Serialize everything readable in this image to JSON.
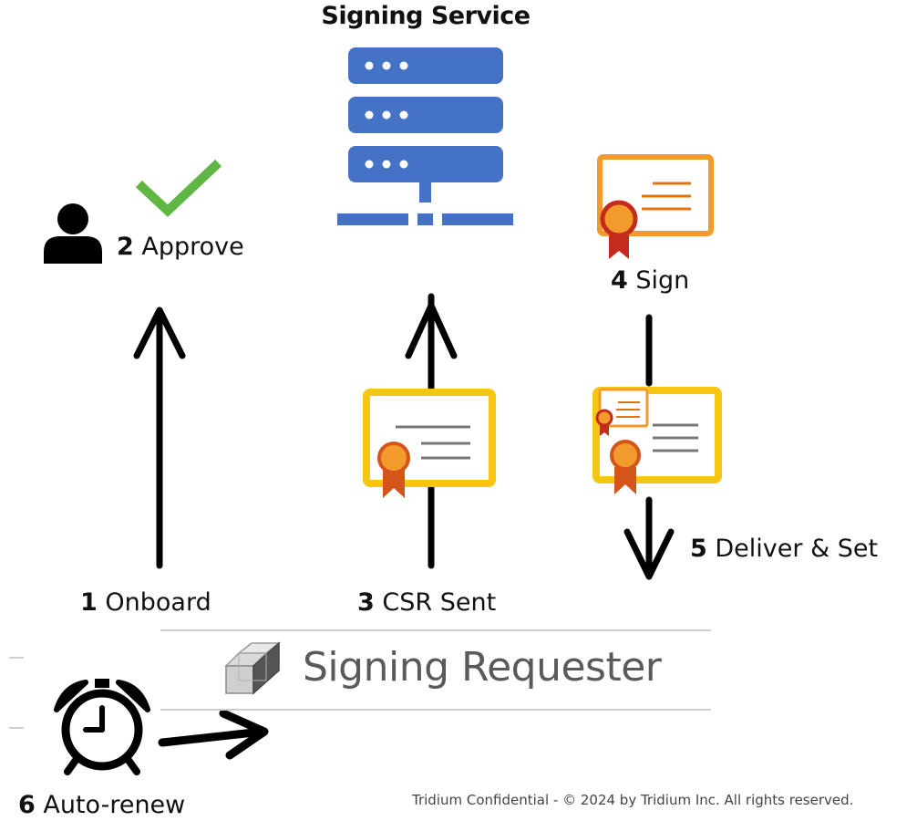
{
  "title": "Signing Service",
  "steps": [
    {
      "num": "1",
      "label": "Onboard"
    },
    {
      "num": "2",
      "label": "Approve"
    },
    {
      "num": "3",
      "label": "CSR Sent"
    },
    {
      "num": "4",
      "label": "Sign"
    },
    {
      "num": "5",
      "label": "Deliver & Set"
    },
    {
      "num": "6",
      "label": "Auto-renew"
    }
  ],
  "requester": {
    "label": "Signing Requester",
    "icon": "cube-icon"
  },
  "footer": "Tridium Confidential - © 2024 by Tridium Inc. All rights reserved.",
  "icons": [
    "server-icon",
    "user-icon",
    "checkmark-icon",
    "certificate-icon",
    "alarm-clock-icon"
  ],
  "colors": {
    "server": "#4472c4",
    "check": "#5fb643",
    "cert_yellow": "#f7c613",
    "cert_orange": "#f39a2d",
    "ribbon": "#e2740f",
    "ribbon_red": "#c42b1c",
    "arrow": "#000000"
  }
}
